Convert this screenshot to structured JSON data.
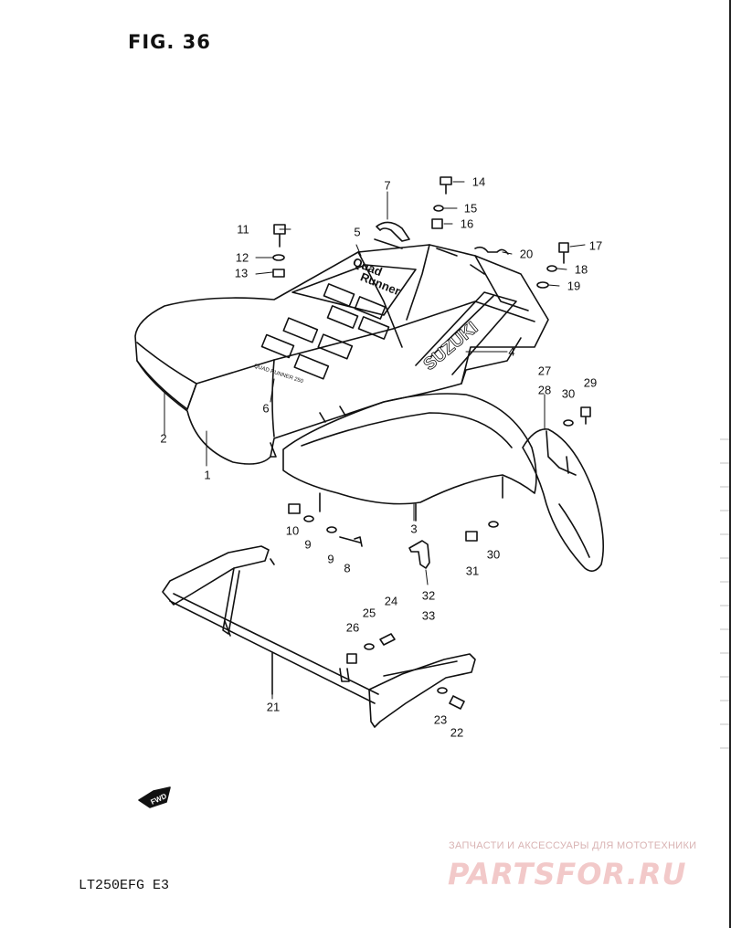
{
  "figure": {
    "title": "FIG. 36",
    "model_code": "LT250EFG E3"
  },
  "decals": {
    "model_decal_line1": "Quad",
    "model_decal_line2": "Runner",
    "brand_decal": "SUZUKI",
    "emblem_decal": "QUAD RUNNER 250",
    "fwd_label": "FWD"
  },
  "callouts": [
    "1",
    "2",
    "3",
    "4",
    "5",
    "6",
    "7",
    "8",
    "9",
    "9",
    "10",
    "11",
    "12",
    "13",
    "14",
    "15",
    "16",
    "17",
    "18",
    "19",
    "20",
    "21",
    "22",
    "23",
    "24",
    "25",
    "26",
    "27",
    "28",
    "29",
    "30",
    "30",
    "31",
    "32",
    "33"
  ],
  "watermark": {
    "tagline": "ЗАПЧАСТИ И АКСЕССУАРЫ ДЛЯ МОТОТЕХНИКИ",
    "logo": "PARTSFOR.RU"
  }
}
